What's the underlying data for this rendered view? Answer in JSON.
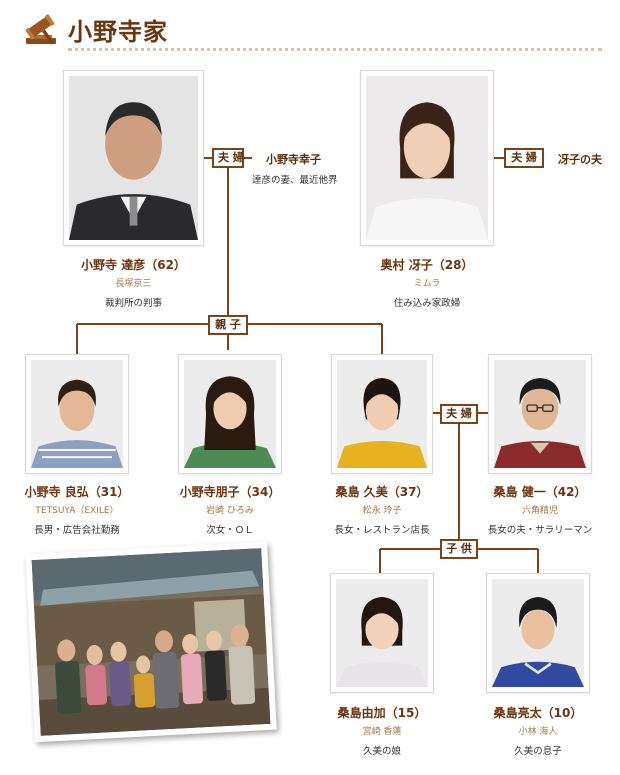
{
  "title": "小野寺家",
  "colors": {
    "accent": "#6b3510",
    "line": "#7a4418",
    "dots": "#d9c3a6",
    "actor": "#a07848"
  },
  "relations": {
    "couple": "夫 婦",
    "parent_child": "親 子",
    "children": "子 供"
  },
  "spouse": {
    "name": "小野寺幸子",
    "role": "達彦の妻、最近他界"
  },
  "saeko_spouse": "冴子の夫",
  "people": {
    "tatsuhiko": {
      "name": "小野寺 達彦（62）",
      "actor": "長塚京三",
      "role": "裁判所の判事"
    },
    "saeko": {
      "name": "奥村 冴子（28）",
      "actor": "ミムラ",
      "role": "住み込み家政婦"
    },
    "yoshihiro": {
      "name": "小野寺 良弘（31）",
      "actor": "TETSUYA（EXILE）",
      "role": "長男・広告会社勤務"
    },
    "tomoko": {
      "name": "小野寺朋子（34）",
      "actor": "岩崎 ひろみ",
      "role": "次女・ＯＬ"
    },
    "kumi": {
      "name": "桑島 久美（37）",
      "actor": "松永 玲子",
      "role": "長女・レストラン店長"
    },
    "kenichi": {
      "name": "桑島 健一（42）",
      "actor": "六角精児",
      "role": "長女の夫・サラリーマン"
    },
    "yuka": {
      "name": "桑島由加（15）",
      "actor": "宮崎 香蓮",
      "role": "久美の娘"
    },
    "ryota": {
      "name": "桑島亮太（10）",
      "actor": "小林 海人",
      "role": "久美の息子"
    }
  }
}
